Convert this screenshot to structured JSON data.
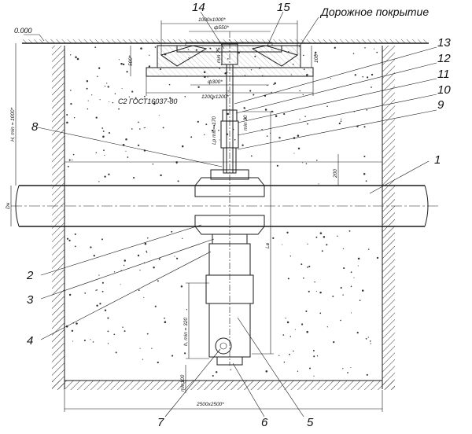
{
  "labels": {
    "level": "0.000",
    "road_surface": "Дорожное покрытие",
    "gost": "С2 ГОСТ16037-80"
  },
  "callouts": [
    "1",
    "2",
    "3",
    "4",
    "5",
    "6",
    "7",
    "8",
    "9",
    "10",
    "11",
    "12",
    "13",
    "14",
    "15"
  ],
  "dims": {
    "hatch_size": "1000х1000*",
    "d550": "ф550*",
    "d300": "ф300*",
    "size1200": "1200х1200*",
    "pit": "2500х2500*",
    "d500": "500*",
    "d100": "100*",
    "min75": "min 75",
    "min30": "min 30",
    "lp170": "Lр min= 170",
    "h_min": "H, min = 1000*",
    "d200": "200",
    "lv": "Lв",
    "dn": "Dн",
    "h_min2": "h, min = 320",
    "min100": "min100"
  },
  "colors": {
    "line": "#1a1a1a",
    "background": "#ffffff"
  }
}
